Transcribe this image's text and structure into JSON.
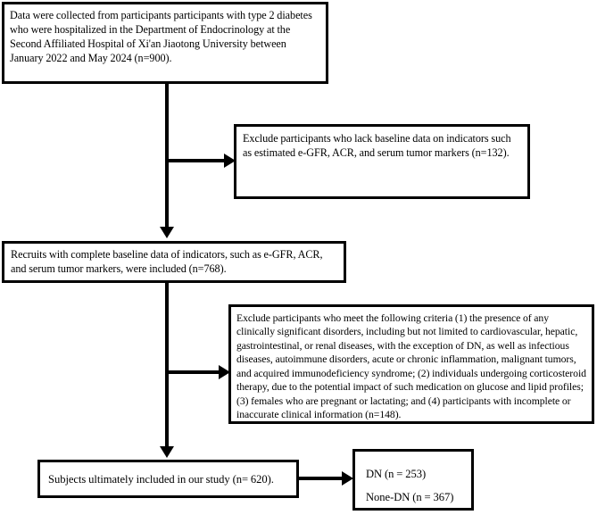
{
  "figure": {
    "type": "flowchart",
    "orientation": "top-to-bottom",
    "nodes": [
      {
        "id": "enrolled",
        "label": "Data were collected from participants participants with type 2 diabetes who were hospitalized in the Department of Endocrinology at the Second Affiliated Hospital of Xi'an Jiaotong University between January 2022 and May 2024 (n=900).",
        "n": 900
      },
      {
        "id": "exclude-1",
        "label": "Exclude participants who lack baseline data on indicators such as estimated e-GFR, ACR, and serum tumor markers (n=132).",
        "n": 132
      },
      {
        "id": "recruits",
        "label": "Recruits with complete baseline data of indicators, such as e-GFR, ACR, and serum tumor markers, were included (n=768).",
        "n": 768
      },
      {
        "id": "exclude-2",
        "label": "Exclude participants who meet the following criteria (1) the presence of any clinically significant disorders, including but not limited to cardiovascular, hepatic, gastrointestinal, or renal diseases, with the exception of DN, as well as infectious diseases, autoimmune disorders, acute or chronic inflammation, malignant tumors, and acquired immunodeficiency syndrome; (2) individuals undergoing corticosteroid therapy, due to the potential impact of such medication on glucose and lipid profiles; (3) females who are pregnant or lactating; and (4) participants with incomplete or inaccurate clinical information (n=148).",
        "n": 148
      },
      {
        "id": "final",
        "label": "Subjects ultimately included in our study (n= 620).",
        "n": 620
      },
      {
        "id": "groups",
        "line1": "DN (n = 253)",
        "line2": "None-DN (n = 367)",
        "dn": 253,
        "none_dn": 367
      }
    ],
    "colors": {
      "stroke": "#000000",
      "fill": "#ffffff",
      "text": "#000000"
    }
  }
}
